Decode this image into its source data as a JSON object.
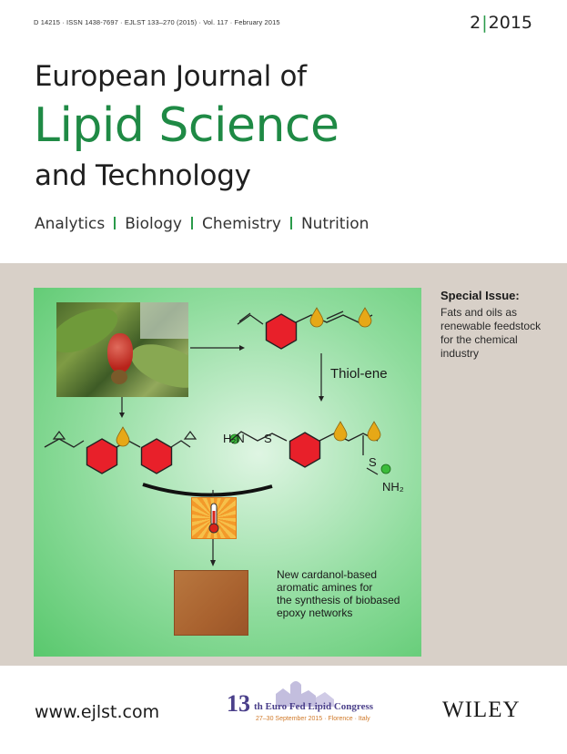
{
  "header": {
    "meta": "D 14215 · ISSN 1438-7697 · EJLST 133–270 (2015) · Vol. 117 · February 2015",
    "issue_number": "2",
    "issue_year": "2015"
  },
  "title": {
    "line1": "European Journal of",
    "line2": "Lipid Science",
    "line3": "and Technology"
  },
  "subjects": [
    "Analytics",
    "Biology",
    "Chemistry",
    "Nutrition"
  ],
  "graphic": {
    "thiol_label": "Thiol-ene",
    "h2n": "H₂N",
    "s1": "S",
    "s2": "S",
    "nh2": "NH₂",
    "caption": [
      "New cardanol-based",
      "aromatic amines for",
      "the synthesis of biobased",
      "epoxy networks"
    ]
  },
  "special_issue": {
    "title": "Special Issue:",
    "body": [
      "Fats and oils as",
      "renewable feedstock",
      "for the chemical",
      "industry"
    ]
  },
  "footer": {
    "website": "www.ejlst.com",
    "publisher": "WILEY",
    "congress_number": "13",
    "congress_title": "th Euro Fed Lipid Congress",
    "congress_date": "27–30 September 2015 · Florence · Italy"
  },
  "colors": {
    "accent_green": "#1f8a45",
    "band": "#d8d0c8",
    "panel_green": "#59c86d",
    "ring_red": "#e8202a",
    "drop_yellow": "#e6a817"
  }
}
